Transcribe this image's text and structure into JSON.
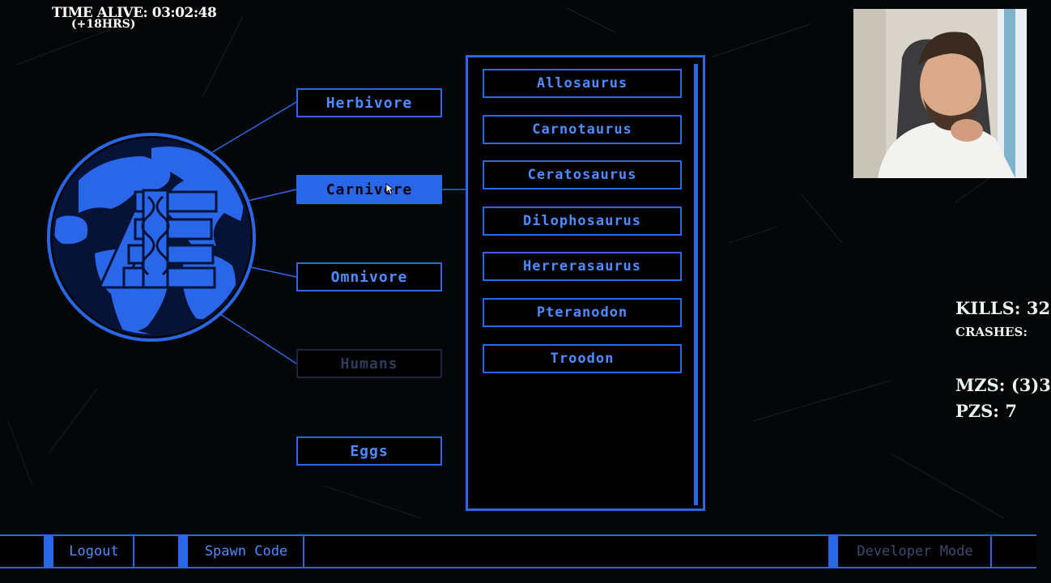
{
  "hud": {
    "time_alive_label": "TIME ALIVE:",
    "time_alive_value": "03:02:48",
    "time_bonus": "(+18HRS)",
    "kills_label": "KILLS:",
    "kills_value": "32",
    "crashes_label": "CRASHES:",
    "crashes_value": "",
    "mzs_label": "MZS:",
    "mzs_value": "(3)3",
    "pzs_label": "PZS:",
    "pzs_value": "7"
  },
  "categories": [
    {
      "label": "Herbivore",
      "state": "normal"
    },
    {
      "label": "Carnivore",
      "state": "selected"
    },
    {
      "label": "Omnivore",
      "state": "normal"
    },
    {
      "label": "Humans",
      "state": "disabled"
    },
    {
      "label": "Eggs",
      "state": "normal"
    }
  ],
  "species": [
    "Allosaurus",
    "Carnotaurus",
    "Ceratosaurus",
    "Dilophosaurus",
    "Herrerasaurus",
    "Pteranodon",
    "Troodon"
  ],
  "bottom_bar": {
    "logout": "Logout",
    "spawn_code": "Spawn Code",
    "developer_mode": "Developer Mode"
  },
  "colors": {
    "accent": "#2a66e8",
    "text_blue": "#4f8bff",
    "background": "#050607",
    "disabled": "#2c3b5c"
  },
  "icons": [
    "globe-emblem-icon",
    "mouse-cursor-icon"
  ]
}
